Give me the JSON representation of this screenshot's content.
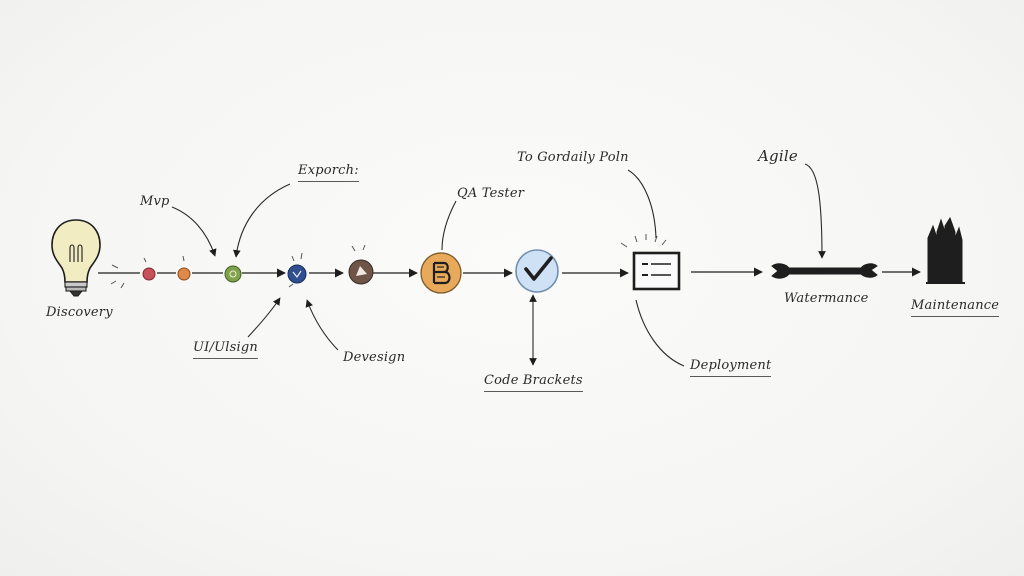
{
  "labels": {
    "discovery": "Discovery",
    "mvp": "Mvp",
    "exporch": "Exporch:",
    "uidesign": "UI/Ulsign",
    "development": "Devesign",
    "qa_tester": "QA Tester",
    "code_brackets": "Code Brackets",
    "to_gordaily": "To Gordaily Poln",
    "deployment": "Deployment",
    "agile": "Agile",
    "waterfall": "Watermance",
    "maintenance": "Maintenance"
  },
  "colors": {
    "ink": "#1e1e1e",
    "dot_red": "#c8505a",
    "dot_orange": "#e08a4a",
    "dot_green": "#7fa24a",
    "dot_navy": "#2f4f8f",
    "dot_brown": "#6e5548",
    "b_circle": "#e8a95a",
    "check_circle": "#cfe1f4",
    "bulb": "#f2ecc2"
  },
  "icons": {
    "discovery": "lightbulb-icon",
    "b_node": "letter-b-icon",
    "check_node": "checkmark-icon",
    "list_node": "checklist-icon",
    "waterfall": "wrench-icon",
    "maintenance": "castle-icon"
  }
}
